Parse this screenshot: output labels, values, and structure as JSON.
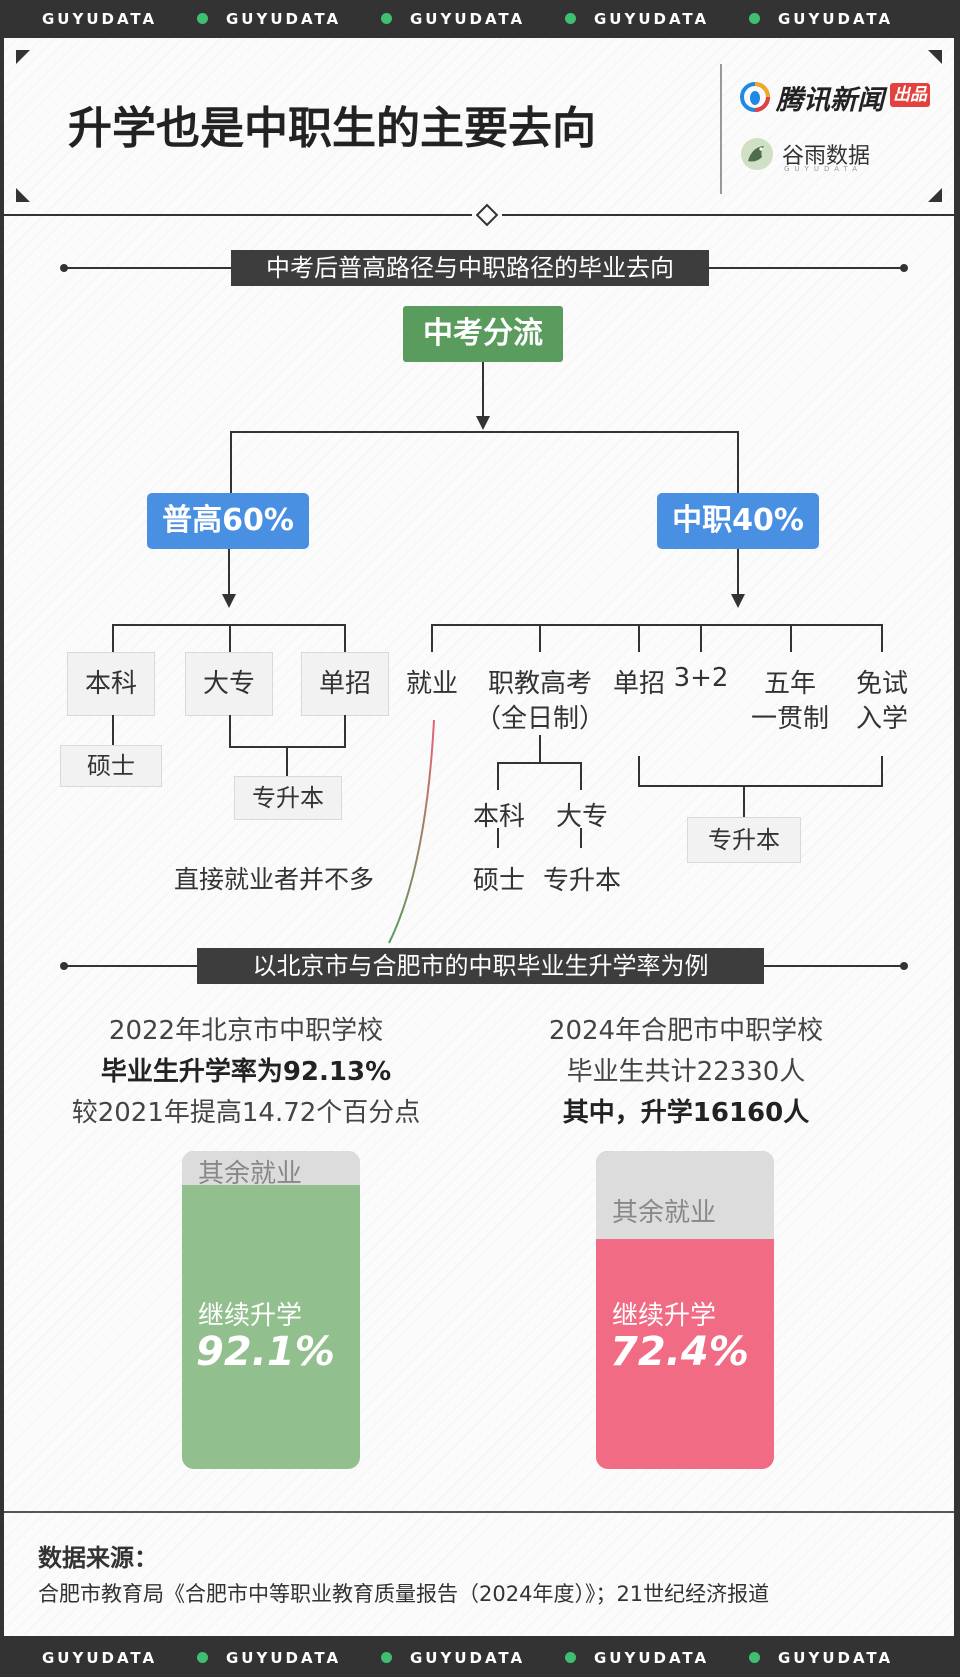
{
  "band": {
    "text": "GUYUDATA"
  },
  "header": {
    "title": "升学也是中职生的主要去向",
    "brand1": "腾讯新闻",
    "brand1_badge": "出品",
    "brand2": "谷雨数据",
    "brand2_sub": "GUYUDATA"
  },
  "section1": {
    "title": "中考后普高路径与中职路径的毕业去向",
    "root": "中考分流",
    "left_branch": "普高60%",
    "right_branch": "中职40%",
    "left_items": [
      "本科",
      "大专",
      "单招"
    ],
    "left_sub_master": "硕士",
    "left_sub_upgrade": "专升本",
    "right_items": {
      "employment": "就业",
      "vocational_exam_l1": "职教高考",
      "vocational_exam_l2": "（全日制）",
      "single_admission": "单招",
      "three_plus_two": "3+2",
      "five_year_l1": "五年",
      "five_year_l2": "一贯制",
      "exam_free_l1": "免试",
      "exam_free_l2": "入学"
    },
    "vocational_sub": {
      "bachelor": "本科",
      "college": "大专",
      "master": "硕士",
      "upgrade": "专升本"
    },
    "right_upgrade": "专升本",
    "employment_note": "直接就业者并不多"
  },
  "section2": {
    "title": "以北京市与合肥市的中职毕业生升学率为例",
    "beijing": {
      "line1": "2022年北京市中职学校",
      "line2": "毕业生升学率为92.13%",
      "line3": "较2021年提高14.72个百分点",
      "other_label": "其余就业",
      "main_label": "继续升学",
      "main_value": "92.1%"
    },
    "hefei": {
      "line1": "2024年合肥市中职学校",
      "line2": "毕业生共计22330人",
      "line3": "其中，升学16160人",
      "other_label": "其余就业",
      "main_label": "继续升学",
      "main_value": "72.4%"
    }
  },
  "chart_data": [
    {
      "type": "bar",
      "title": "",
      "categories": [
        "继续升学",
        "其余就业"
      ],
      "values": [
        92.1,
        7.9
      ],
      "unit": "%"
    },
    {
      "type": "bar",
      "title": "",
      "categories": [
        "继续升学",
        "其余就业"
      ],
      "values": [
        72.4,
        27.6
      ],
      "unit": "%"
    }
  ],
  "footer": {
    "source_label": "数据来源：",
    "source_text": "合肥市教育局《合肥市中等职业教育质量报告（2024年度）》；21世纪经济报道"
  },
  "colors": {
    "green": "#5a9b5e",
    "blue": "#4a90e2",
    "pale_green": "#91bf8d",
    "pink": "#f06b83",
    "gray_top": "#dcdcdc",
    "dark": "#333333"
  }
}
